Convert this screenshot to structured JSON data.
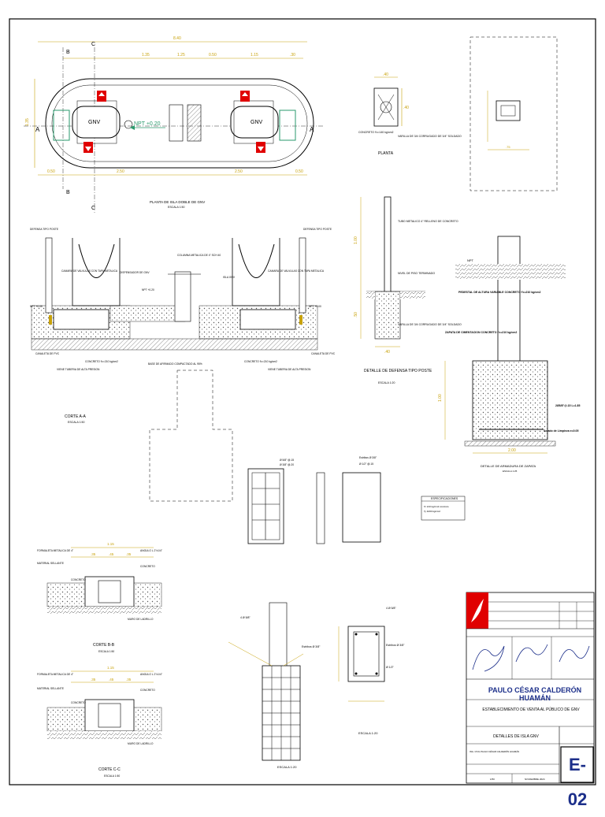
{
  "plan": {
    "title": "PLANTA DE ISLA DOBLE DE GNV",
    "scale": "ESCALA 1:50",
    "dimension_total": "8.40",
    "dimensions_top": [
      "1.35",
      "1.25",
      "0.50",
      "1.15",
      ".30"
    ],
    "dimensions_bottom": [
      "0.50",
      "2.50",
      "2.50",
      "0.50"
    ],
    "dispenser_left": "GNV",
    "dispenser_right": "GNV",
    "level": "NPT +0.20",
    "section_a": "A",
    "section_b": "B",
    "section_c": "C",
    "width_dim": "1.35"
  },
  "post_plan": {
    "title": "PLANTA",
    "dim_top": ".40",
    "dim_side": ".40",
    "note_concrete": "CONCRETO f'c=140 kg/cm2",
    "note_rebar": "VARILLA DE 3/4 CORRUGADO DE 3/4\" SOLDADO"
  },
  "section_aa": {
    "title": "CORTE A-A",
    "scale": "ESCALA 1:50",
    "labels": [
      "DEFENSA TIPO POSTE",
      "CAMARA DE VALVULAS CON TAPA METALICA",
      "DISPENSADOR DE GNV",
      "COLUMNA METALICA DE 4\" SCH 40",
      "NPT +0.20",
      "NPT +0.00",
      "CANALETA DE PVC",
      "VIENE TUBERIA DE ALTA PRESION",
      "CONCRETO f'c=210 kg/cm2",
      "BASE DE AFIRMADO COMPACTADO AL 95%",
      "ISLA GNV"
    ]
  },
  "post_detail": {
    "title": "DETALLE DE DEFENSA TIPO POSTE",
    "scale": "ESCALA 1:20",
    "height": "1.00",
    "depth": ".50",
    "width": ".40",
    "note_tube": "TUBO METALICO 4\" RELLENO DE CONCRETO",
    "note_level": "NIVEL DE PISO TERMINADO",
    "note_rebar": "VARILLA DE 3/4 CORRUGADO DE 3/4\" SOLDADO"
  },
  "footing": {
    "title": "DETALLE DE ARMADURA DE ZAPATA",
    "scale": "ESCALA 1:25",
    "plan_dim": ".75",
    "notes": [
      "PEDESTAL DE ALTURA VARIABLE CONCRETO f'c=210 kg/cm2",
      "ZAPATA DE CIMENTACION CONCRETO f'c=210 kg/cm2",
      "2Ø5/8\"@.15 L=1.85",
      "NPT",
      "Solado de Limpieza e=0.05"
    ],
    "width_dim": "2.00",
    "height_dim": "1.00"
  },
  "column_details": {
    "col1_labels": [
      "Ø 5/8\" @.15",
      "Ø 3/8\" @.20"
    ],
    "col2_labels": [
      "Estribos Ø 3/8\"",
      "Ø 1/2\" @.15"
    ]
  },
  "specifications": {
    "title": "ESPECIFICACIONES",
    "lines": [
      "f'c 210 kg/cm2 concreto",
      "f'y 4200 kg/cm2"
    ]
  },
  "section_bb": {
    "title": "CORTE B-B",
    "scale": "ESCALA 1:50",
    "dim_total": "1.15",
    "dims": [
      ".35",
      ".45",
      ".35"
    ],
    "labels": [
      "FORMALETA METALICA DE 4\"",
      "MATERIAL SELLANTE",
      "CONCRETO",
      "CONCRETO",
      "MURO DE LADRILLO",
      "ANGULO L 2\"x1/4\""
    ]
  },
  "section_cc": {
    "title": "CORTE C-C",
    "scale": "ESCALA 1:50",
    "dim_total": "1.15",
    "dims": [
      ".35",
      ".45",
      ".35"
    ],
    "labels": [
      "FORMALETA METALICA DE 4\"",
      "MATERIAL SELLANTE",
      "CONCRETO",
      "CONCRETO",
      "MURO DE LADRILLO",
      "ANGULO L 2\"x1/4\""
    ]
  },
  "column_elevation": {
    "scale": "ESCALA 1:20",
    "labels": [
      "4 Ø 5/8\"",
      "Estribos Ø 3/8\""
    ]
  },
  "column_section": {
    "scale": "ESCALA 1:20",
    "labels": [
      "4 Ø 5/8\"",
      "Estribos Ø 3/8\"",
      "Ø 1/2\""
    ]
  },
  "title_block": {
    "professional": "PAULO CÉSAR CALDERÓN HUAMÁN",
    "project": "ESTABLECIMIENTO DE VENTA AL PÚBLICO DE GNV",
    "drawing_title": "DETALLES DE ISLA GNV",
    "sheet": "E-02",
    "date": "NOVIEMBRE 2024",
    "scale": "1/50",
    "stamp_name": "ING. CIVIL PAULO CÉSAR CALDERÓN HUAMÁN"
  },
  "colors": {
    "dimension": "#c8a20a",
    "line": "#000000",
    "accent": "#1c2f8a",
    "red": "#e00000",
    "green": "#2a9a6c"
  }
}
